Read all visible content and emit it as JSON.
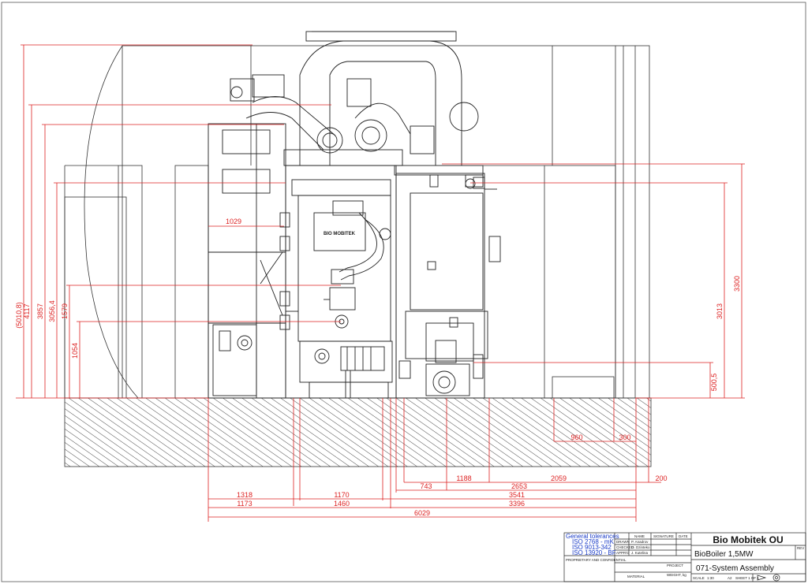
{
  "dimensions": {
    "vertical_left": [
      "(5010,8)",
      "4117",
      "3857",
      "3056,4",
      "1579",
      "1054"
    ],
    "vertical_right": [
      "3300",
      "3013",
      "500,5"
    ],
    "inner": [
      "1029"
    ],
    "bottom_right": [
      "960",
      "300",
      "200"
    ],
    "row1": [
      "1188",
      "2059"
    ],
    "row2": [
      "743",
      "2653"
    ],
    "row3": [
      "1318",
      "1170",
      "3541"
    ],
    "row4": [
      "1173",
      "1460",
      "3396"
    ],
    "row5": [
      "6029"
    ]
  },
  "logo_text": "BIO MOBITEK",
  "title_block": {
    "company": "Bio Mobitek OU",
    "product": "BioBoiler 1,5MW",
    "drawing": "071-System Assembly",
    "tolerances_title": "General tolerances",
    "tolerances": [
      "ISO 2768 - mK",
      "ISO 9013-342",
      "ISO 13920 - BF"
    ],
    "col_headers": [
      "NAME",
      "SIGNATURE",
      "DATE"
    ],
    "roles": [
      "DRAWN",
      "CHECKED",
      "APPR'D"
    ],
    "names": [
      "P. Anadrov",
      "O. Dzinteko",
      "J. Kutelina"
    ],
    "proprietary": "PROPRIETARY AND CONFIDENTIAL",
    "labels": {
      "project": "PROJECT",
      "material": "MATERIAL",
      "weight": "WEIGHT, kg",
      "scale": "SCALE",
      "scale_value": "1:30",
      "size": "A2",
      "sheet": "SHEET 1 OF 1",
      "rev": "REV"
    }
  }
}
